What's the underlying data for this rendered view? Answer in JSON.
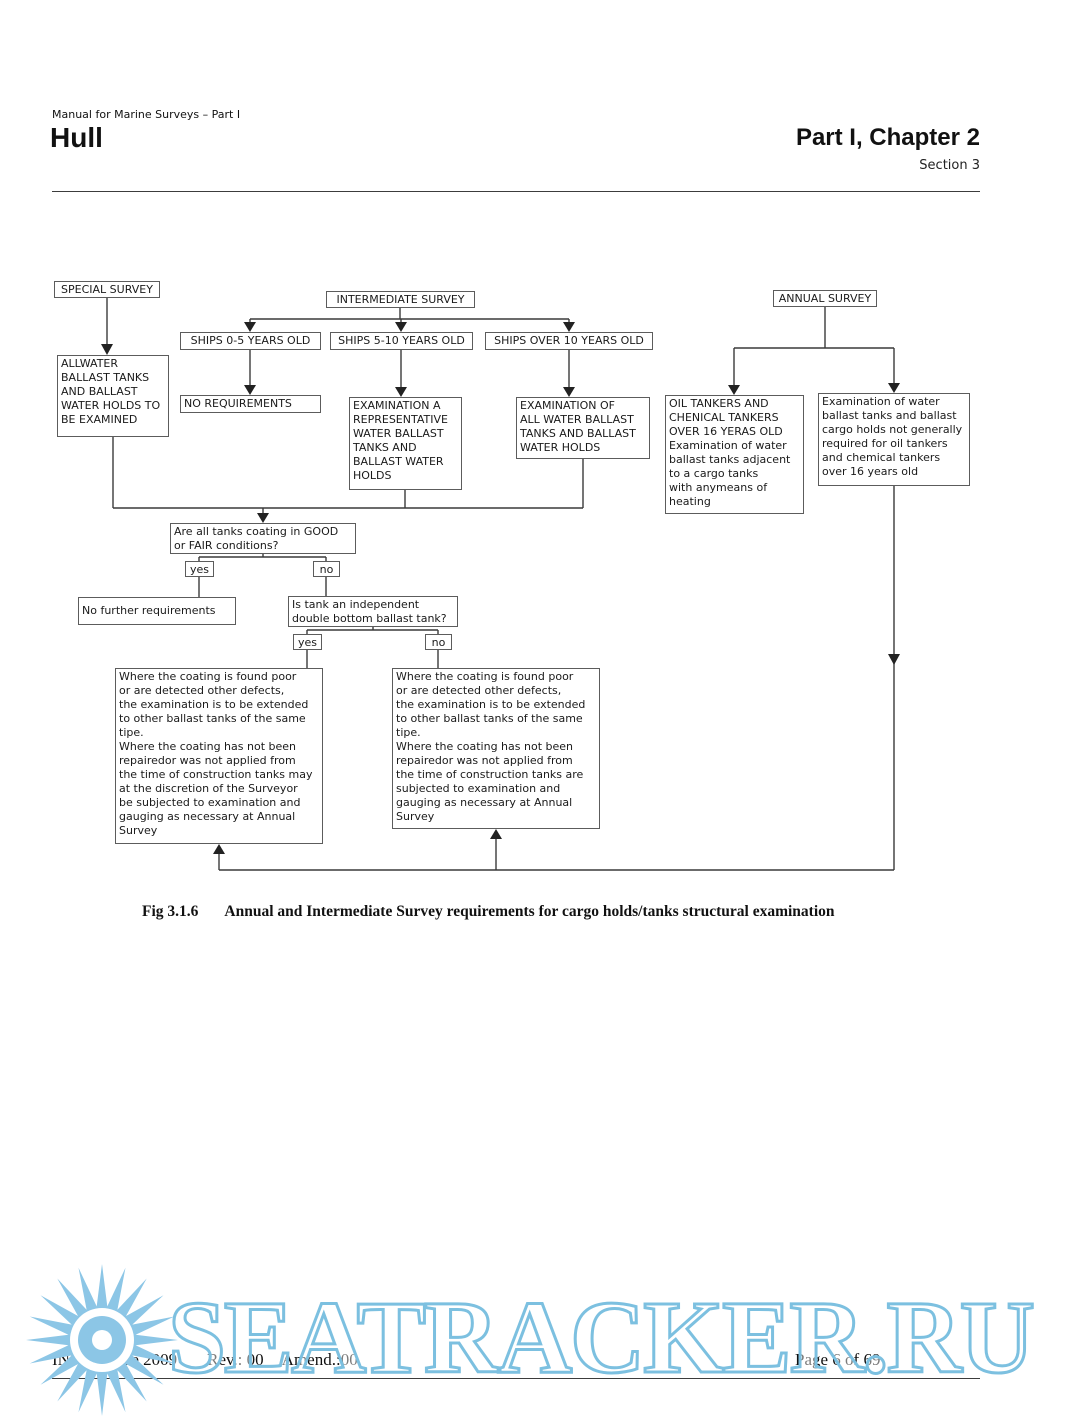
{
  "header": {
    "doc_title": "Manual for Marine Surveys – Part I",
    "title": "Hull",
    "chapter": "Part I, Chapter 2",
    "section": "Section 3"
  },
  "flowchart": {
    "special_survey": "SPECIAL SURVEY",
    "intermediate_survey": "INTERMEDIATE SURVEY",
    "annual_survey": "ANNUAL SURVEY",
    "allwater_box": "ALLWATER\nBALLAST TANKS\nAND BALLAST\nWATER HOLDS TO\nBE EXAMINED",
    "ships_0_5": "SHIPS 0-5 YEARS OLD",
    "ships_5_10": "SHIPS 5-10 YEARS OLD",
    "ships_over_10": "SHIPS OVER 10 YEARS OLD",
    "no_requirements": "NO REQUIREMENTS",
    "exam_representative": "EXAMINATION A\nREPRESENTATIVE\nWATER BALLAST\nTANKS AND\nBALLAST WATER\nHOLDS",
    "exam_all": "EXAMINATION OF\nALL WATER BALLAST\nTANKS AND BALLAST\nWATER HOLDS",
    "oil_tankers": "OIL TANKERS AND\nCHENICAL TANKERS\nOVER 16 YERAS OLD\nExamination of water\nballast tanks adjacent\nto a cargo tanks\nwith anymeans of\nheating",
    "annual_exam_note": "Examination of water\nballast tanks and ballast\ncargo holds not generally\nrequired for oil tankers\nand chemical tankers\nover 16 years old",
    "q_coating": "Are all tanks coating in GOOD\nor FAIR conditions?",
    "yes": "yes",
    "no": "no",
    "no_further": "No further requirements",
    "q_independent": "Is tank an independent\ndouble bottom ballast tank?",
    "coating_poor_left": "Where the coating is found poor\nor are detected other defects,\nthe examination is to be extended\nto other ballast tanks of the same\ntipe.\nWhere the coating has not been\nrepairedor was not applied from\nthe time of construction tanks may\nat the discretion of the Surveyor\nbe subjected to examination and\ngauging as necessary at Annual\nSurvey",
    "coating_poor_right": "Where the coating is found poor\nor are detected other defects,\nthe examination is to be extended\nto other ballast tanks of the same\ntipe.\nWhere the coating has not been\nrepairedor was not applied from\nthe time of construction tanks are\nsubjected to examination and\ngauging as necessary at Annual\nSurvey"
  },
  "caption": {
    "fig_label": "Fig 3.1.6",
    "text": "Annual and Intermediate Survey requirements for cargo holds/tanks structural examination"
  },
  "footer": {
    "issue": "INSB / Issue 2009",
    "rev": "Rev.: 00",
    "amend": "Amend.:00",
    "page": "Page 6 of 69",
    "watermark": "SEATRACKER.RU"
  },
  "colors": {
    "watermark_blue": "#7cc0e0",
    "line": "#3a3a3a"
  }
}
